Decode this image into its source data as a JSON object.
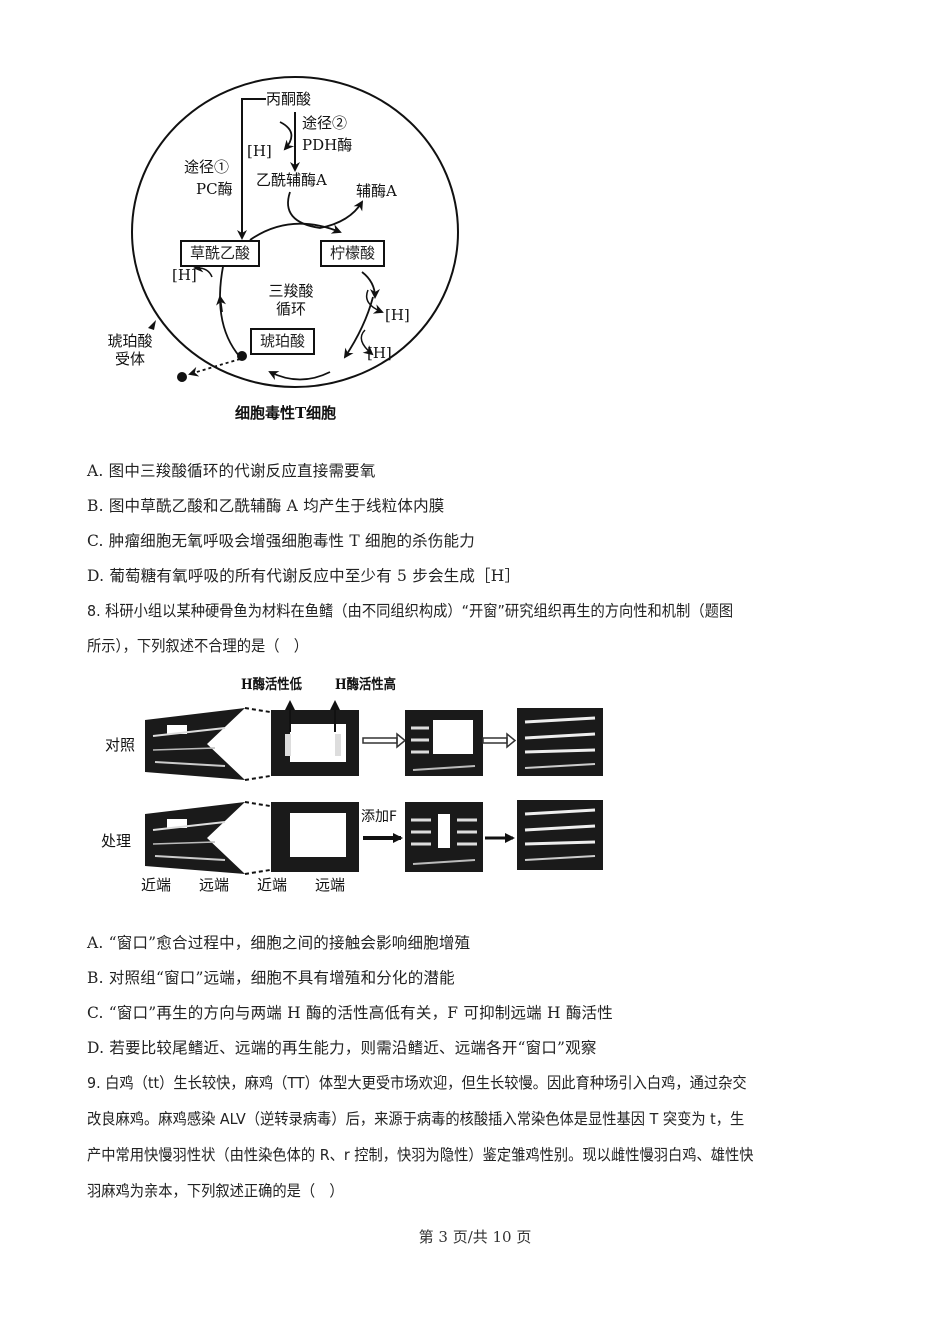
{
  "figure1": {
    "pyruvate": "丙酮酸",
    "route2": "途径②",
    "pdh_enzyme": "PDH酶",
    "h_top": "[H]",
    "route1": "途径①",
    "pc_enzyme": "PC酶",
    "acetyl_coa": "乙酰辅酶A",
    "coa": "辅酶A",
    "oxaloacetate": "草酰乙酸",
    "citrate": "柠檬酸",
    "tca_line1": "三羧酸",
    "tca_line2": "循环",
    "h_left": "[H]",
    "h_right1": "[H]",
    "h_right2": "[H]",
    "succinate": "琥珀酸",
    "receptor_line1": "琥珀酸",
    "receptor_line2": "受体",
    "cell_caption": "细胞毒性T细胞"
  },
  "q7_options": [
    "A. 图中三羧酸循环的代谢反应直接需要氧",
    "B. 图中草酰乙酸和乙酰辅酶 A 均产生于线粒体内膜",
    "C. 肿瘤细胞无氧呼吸会增强细胞毒性 T 细胞的杀伤能力",
    "D. 葡萄糖有氧呼吸的所有代谢反应中至少有 5 步会生成［H］"
  ],
  "q8": {
    "stem_line1": "8. 科研小组以某种硬骨鱼为材料在鱼鳍（由不同组织构成）“开窗”研究组织再生的方向性和机制（题图",
    "stem_line2": "所示），下列叙述不合理的是（　）",
    "figure": {
      "h_low": "H酶活性低",
      "h_high": "H酶活性高",
      "control": "对照",
      "treatment": "处理",
      "add_f": "添加F",
      "axis_labels": [
        "近端",
        "远端",
        "近端",
        "远端"
      ]
    },
    "options": [
      "A. “窗口”愈合过程中，细胞之间的接触会影响细胞增殖",
      "B. 对照组“窗口”远端，细胞不具有增殖和分化的潜能",
      "C. “窗口”再生的方向与两端 H 酶的活性高低有关，F 可抑制远端 H 酶活性",
      "D. 若要比较尾鳍近、远端的再生能力，则需沿鳍近、远端各开“窗口”观察"
    ]
  },
  "q9": {
    "lines": [
      "9. 白鸡（tt）生长较快，麻鸡（TT）体型大更受市场欢迎，但生长较慢。因此育种场引入白鸡，通过杂交",
      "改良麻鸡。麻鸡感染 ALV（逆转录病毒）后，来源于病毒的核酸插入常染色体是显性基因 T 突变为 t，生",
      "产中常用快慢羽性状（由性染色体的 R、r 控制，快羽为隐性）鉴定雏鸡性别。现以雌性慢羽白鸡、雄性快",
      "羽麻鸡为亲本，下列叙述正确的是（　）"
    ]
  },
  "footer": {
    "page_label": "第 3 页/共 10 页"
  }
}
